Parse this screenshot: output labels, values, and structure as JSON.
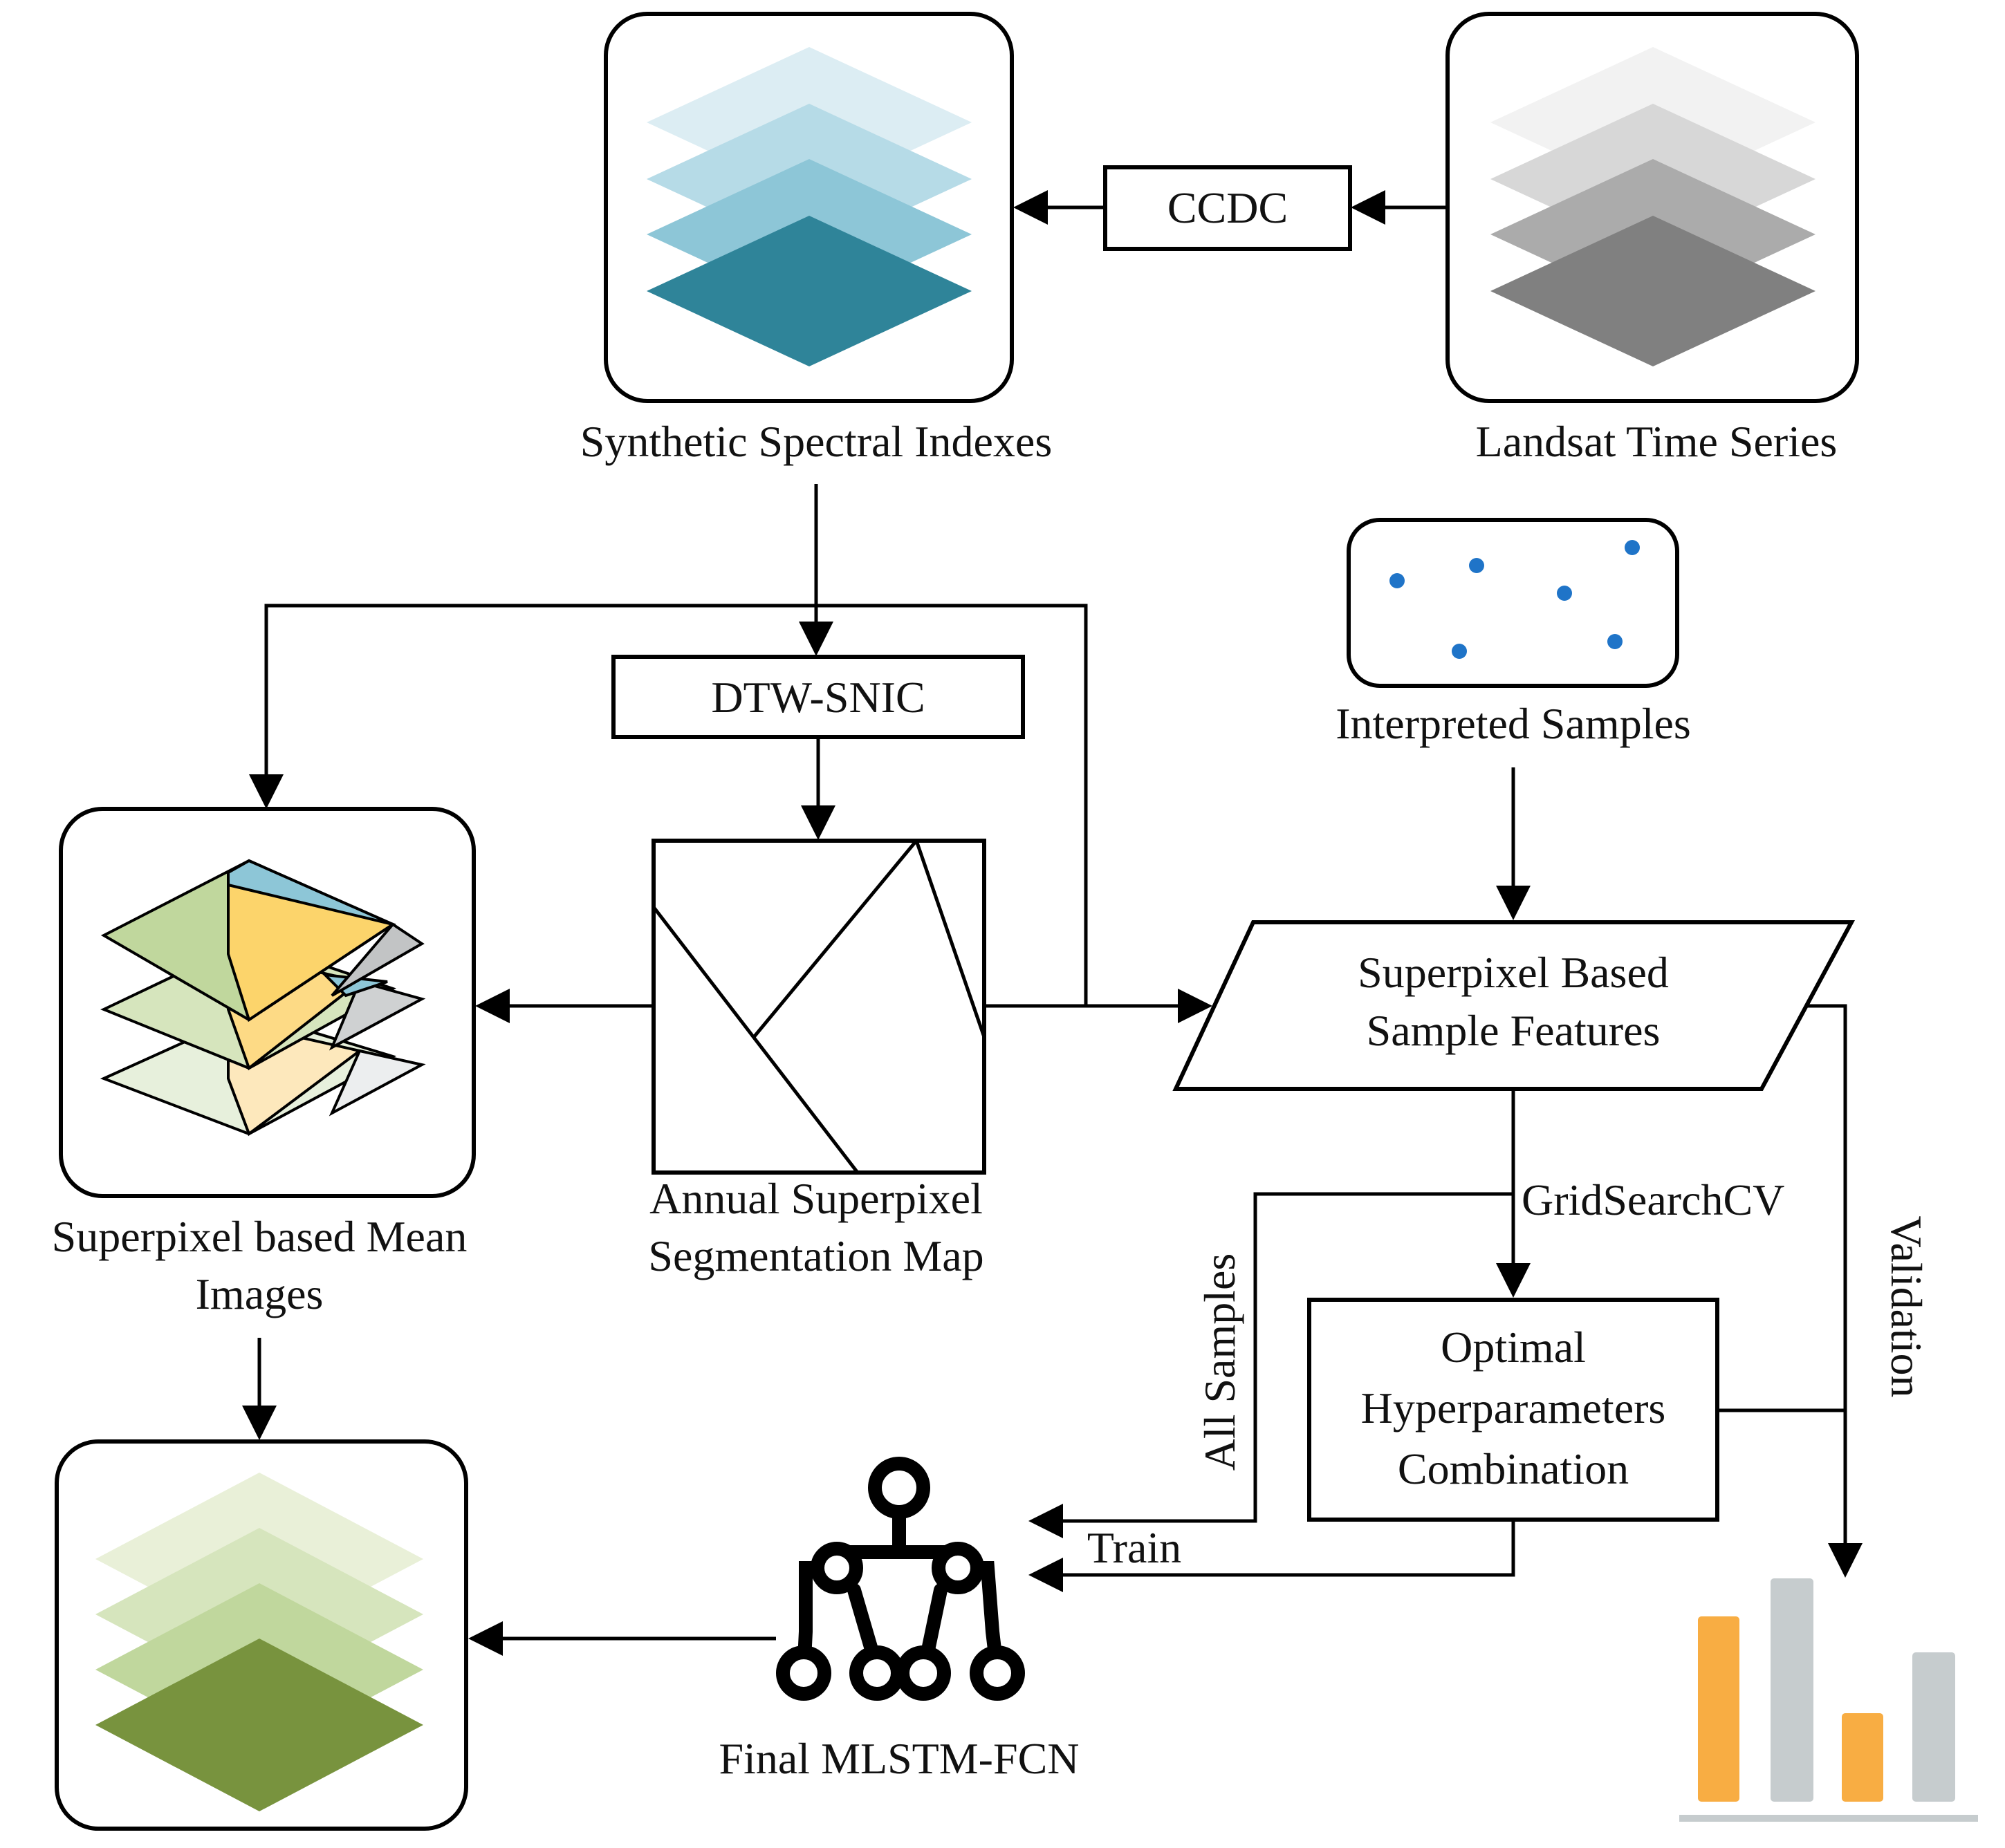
{
  "nodes": {
    "synthetic": {
      "label": "Synthetic Spectral Indexes"
    },
    "landsat": {
      "label": "Landsat Time Series"
    },
    "ccdc": {
      "label": "CCDC"
    },
    "dtw": {
      "label": "DTW-SNIC"
    },
    "interpreted": {
      "label": "Interpreted Samples"
    },
    "segmentation": {
      "label_line1": "Annual Superpixel",
      "label_line2": "Segmentation Map"
    },
    "mean_images": {
      "label_line1": "Superpixel based Mean",
      "label_line2": "Images"
    },
    "sample_features": {
      "label_line1": "Superpixel Based",
      "label_line2": "Sample Features"
    },
    "hyper": {
      "label_line1": "Optimal",
      "label_line2": "Hyperparameters",
      "label_line3": "Combination"
    },
    "model": {
      "label": "Final MLSTM-FCN"
    }
  },
  "edge_labels": {
    "gridsearch": "GridSearchCV",
    "all_samples": "All Samples",
    "validation": "Validation",
    "train": "Train"
  },
  "colors": {
    "blue_layers": [
      "#dcedf3",
      "#b6dbe7",
      "#8dc6d7",
      "#2f8499"
    ],
    "gray_layers": [
      "#f2f2f2",
      "#d7d7d7",
      "#ababab",
      "#808080"
    ],
    "green_layers": [
      "#e9f0d8",
      "#d6e5bd",
      "#c0d79d",
      "#78933e"
    ],
    "sample_dots": "#1f74c8",
    "bar_orange": "#f8ad43",
    "bar_gray": "#c6ccce"
  }
}
